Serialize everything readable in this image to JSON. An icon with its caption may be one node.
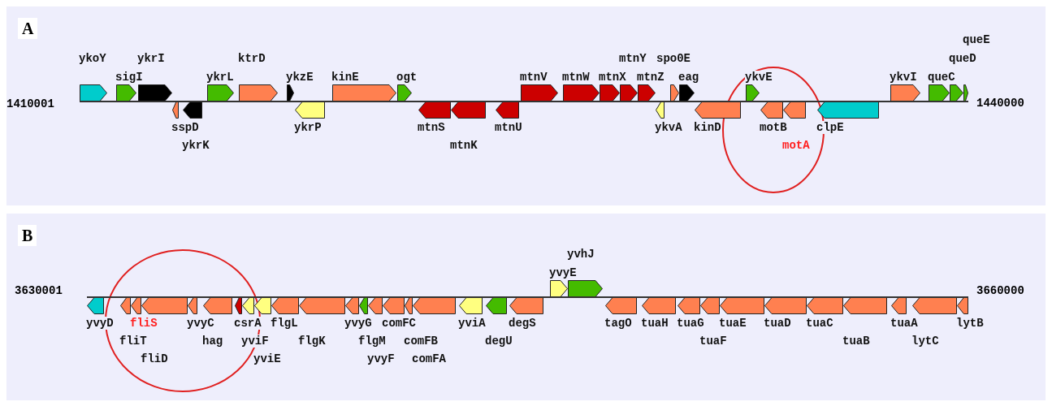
{
  "diagram": {
    "nodes": [
      {
        "text": [
          "A"
        ]
      },
      {
        "text": [
          "ykoY"
        ],
        "in": 0
      },
      {
        "text": [
          "sigI"
        ],
        "in": 0
      },
      {
        "text": [
          "ykrI"
        ],
        "in": 0
      },
      {
        "text": [
          "sspD"
        ],
        "in": 0
      },
      {
        "text": [
          "ykrK"
        ],
        "in": 0
      },
      {
        "text": [
          "ykrL"
        ],
        "in": 0
      },
      {
        "text": [
          "ktrD"
        ],
        "in": 0
      },
      {
        "text": [
          "ykzE"
        ],
        "in": 0
      },
      {
        "text": [
          "ykrP"
        ],
        "in": 0
      },
      {
        "text": [
          "kinE"
        ],
        "in": 0
      },
      {
        "text": [
          "ogt"
        ],
        "in": 0
      },
      {
        "text": [
          "mtnS"
        ],
        "in": 0
      },
      {
        "text": [
          "mtnK"
        ],
        "in": 0
      },
      {
        "text": [
          "mtnU"
        ],
        "in": 0
      },
      {
        "text": [
          "mtnV"
        ],
        "in": 0
      },
      {
        "text": [
          "mtnW"
        ],
        "in": 0
      },
      {
        "text": [
          "mtnX"
        ],
        "in": 0
      },
      {
        "text": [
          "mtnY"
        ],
        "in": 0
      },
      {
        "text": [
          "mtnZ"
        ],
        "in": 0
      },
      {
        "text": [
          "ykvA"
        ],
        "in": 0
      },
      {
        "text": [
          "spo0E"
        ],
        "in": 0
      },
      {
        "text": [
          "eag"
        ],
        "in": 0
      },
      {
        "text": [
          "kinD"
        ],
        "in": 0
      },
      {
        "text": [
          "ykvE"
        ],
        "in": 0
      },
      {
        "text": [
          "motB"
        ],
        "in": 0
      },
      {
        "text": [
          "motA"
        ],
        "in": 0
      },
      {
        "text": [
          "clpE"
        ],
        "in": 0
      },
      {
        "text": [
          "ykvI"
        ],
        "in": 0
      },
      {
        "text": [
          "queC"
        ],
        "in": 0
      },
      {
        "text": [
          "queD"
        ],
        "in": 0
      },
      {
        "text": [
          "queE"
        ],
        "in": 0
      },
      {
        "text": [
          "B"
        ]
      },
      {
        "text": [
          "yvyD"
        ],
        "in": 32
      },
      {
        "text": [
          "fliT"
        ],
        "in": 32
      },
      {
        "text": [
          "fliS"
        ],
        "in": 32
      },
      {
        "text": [
          "fliD"
        ],
        "in": 32
      },
      {
        "text": [
          "yvyC"
        ],
        "in": 32
      },
      {
        "text": [
          "hag"
        ],
        "in": 32
      },
      {
        "text": [
          "csrA"
        ],
        "in": 32
      },
      {
        "text": [
          "yviF"
        ],
        "in": 32
      },
      {
        "text": [
          "yviE"
        ],
        "in": 32
      },
      {
        "text": [
          "flgL"
        ],
        "in": 32
      },
      {
        "text": [
          "flgK"
        ],
        "in": 32
      },
      {
        "text": [
          "yvyG"
        ],
        "in": 32
      },
      {
        "text": [
          "flgM"
        ],
        "in": 32
      },
      {
        "text": [
          "yvyF"
        ],
        "in": 32
      },
      {
        "text": [
          "comFC"
        ],
        "in": 32
      },
      {
        "text": [
          "comFB"
        ],
        "in": 32
      },
      {
        "text": [
          "comFA"
        ],
        "in": 32
      },
      {
        "text": [
          "yviA"
        ],
        "in": 32
      },
      {
        "text": [
          "degU"
        ],
        "in": 32
      },
      {
        "text": [
          "degS"
        ],
        "in": 32
      },
      {
        "text": [
          "yvyE"
        ],
        "in": 32
      },
      {
        "text": [
          "yvhJ"
        ],
        "in": 32
      },
      {
        "text": [
          "tagO"
        ],
        "in": 32
      },
      {
        "text": [
          "tuaH"
        ],
        "in": 32
      },
      {
        "text": [
          "tuaG"
        ],
        "in": 32
      },
      {
        "text": [
          "tuaF"
        ],
        "in": 32
      },
      {
        "text": [
          "tuaE"
        ],
        "in": 32
      },
      {
        "text": [
          "tuaD"
        ],
        "in": 32
      },
      {
        "text": [
          "tuaC"
        ],
        "in": 32
      },
      {
        "text": [
          "tuaB"
        ],
        "in": 32
      },
      {
        "text": [
          "tuaA"
        ],
        "in": 32
      },
      {
        "text": [
          "lytC"
        ],
        "in": 32
      },
      {
        "text": [
          "lytB"
        ],
        "in": 32
      },
      {
        "text": [],
        "shape": "bar",
        "in": 0
      },
      {
        "text": [],
        "shape": "bar",
        "in": 32
      }
    ],
    "labels": [
      "1410001",
      "1440000",
      "3630001",
      "3660000"
    ]
  }
}
